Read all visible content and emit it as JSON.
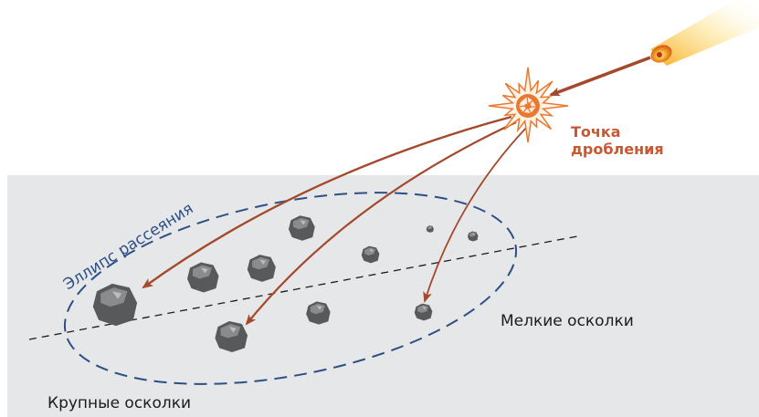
{
  "labels": {
    "fragmentation_point_line1": "Точка",
    "fragmentation_point_line2": "дробления",
    "ellipse": "Эллипс рассеяния",
    "small_fragments": "Мелкие осколки",
    "large_fragments": "Крупные осколки"
  },
  "colors": {
    "ground": "#e6e7e8",
    "trajectory": "#a4492b",
    "ellipse_outline": "#2d4f86",
    "axis_line": "#1c1c1c",
    "fragment": "#58595b",
    "burst": "#e9792f",
    "label_accent": "#c7582f"
  },
  "icons": [
    "meteor-icon",
    "burst-icon",
    "fragment-icon"
  ]
}
